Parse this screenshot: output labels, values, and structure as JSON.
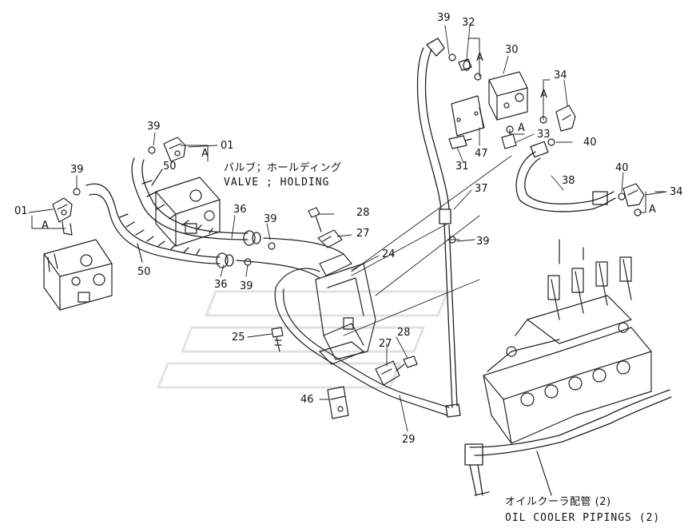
{
  "diagram": {
    "captions": {
      "valve_jp": "バルブ；ホールディング",
      "valve_en": "VALVE ; HOLDING",
      "cooler_jp": "オイルクーラ配管 (2)",
      "cooler_en": "OIL COOLER PIPINGS (2)"
    },
    "callouts": {
      "c39a": "39",
      "c32": "32",
      "cA1": "A",
      "c30": "30",
      "c34a": "34",
      "cA2": "A",
      "c39b": "39",
      "c01a": "01",
      "cA3": "A",
      "c50a": "50",
      "c39c": "39",
      "c01b": "01",
      "cA4": "A",
      "c36a": "36",
      "c39d": "39",
      "c28a": "28",
      "c27a": "27",
      "c24": "24",
      "c50b": "50",
      "c36b": "36",
      "c39e": "39",
      "c25": "25",
      "c28b": "28",
      "c27b": "27",
      "c46": "46",
      "c29": "29",
      "c47": "47",
      "c31": "31",
      "c33": "33",
      "cA5": "A",
      "c40a": "40",
      "c37": "37",
      "c38": "38",
      "c40b": "40",
      "c34b": "34",
      "cA6": "A",
      "c39f": "39"
    }
  }
}
